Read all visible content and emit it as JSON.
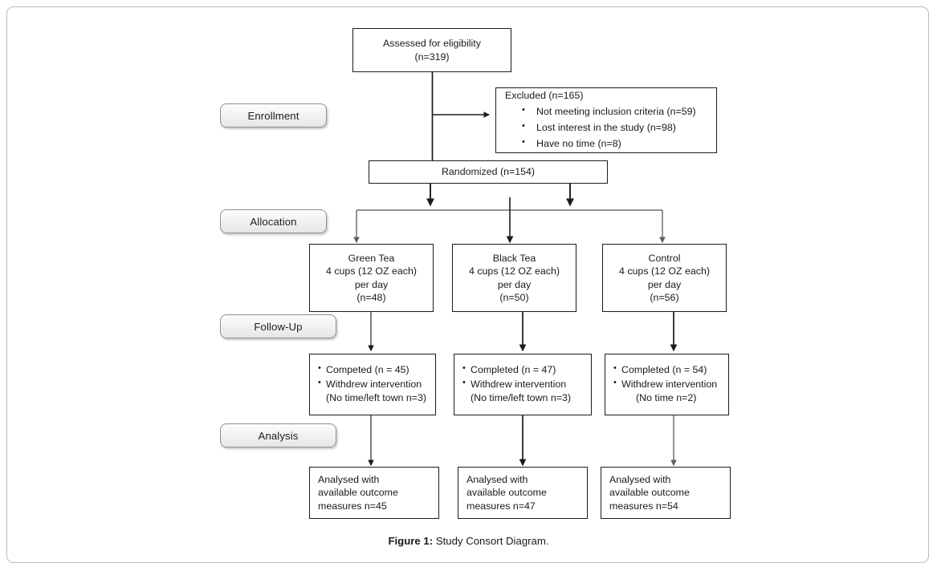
{
  "figure": {
    "caption_label": "Figure 1:",
    "caption_text": " Study Consort Diagram."
  },
  "colors": {
    "box_border": "#1b1b1b",
    "frame_border": "#b9bdbd",
    "arrow_black": "#1b1b1b",
    "arrow_gray": "#6f6f6f",
    "pill_border": "#8e9293",
    "background": "#ffffff"
  },
  "stages": [
    {
      "id": "enrollment",
      "label": "Enrollment"
    },
    {
      "id": "allocation",
      "label": "Allocation"
    },
    {
      "id": "follow-up",
      "label": "Follow-Up"
    },
    {
      "id": "analysis",
      "label": "Analysis"
    }
  ],
  "nodes": {
    "assessed": {
      "line1": "Assessed for eligibility",
      "line2": "(n=319)"
    },
    "excluded": {
      "title": "Excluded (n=165)",
      "items": [
        "Not meeting inclusion criteria (n=59)",
        "Lost interest in the study (n=98)",
        "Have no time (n=8)"
      ]
    },
    "randomized": {
      "label": "Randomized (n=154)"
    },
    "arms": [
      {
        "id": "green-tea",
        "line1": "Green Tea",
        "line2": "4 cups (12 OZ each)",
        "line3": "per day",
        "line4": "(n=48)"
      },
      {
        "id": "black-tea",
        "line1": "Black Tea",
        "line2": "4 cups (12 OZ each)",
        "line3": "per day",
        "line4": "(n=50)"
      },
      {
        "id": "control",
        "line1": "Control",
        "line2": "4 cups (12 OZ each)",
        "line3": "per day",
        "line4": "(n=56)"
      }
    ],
    "followup": [
      {
        "id": "green-tea",
        "line1": "Competed (n = 45)",
        "line2": "Withdrew intervention",
        "line3": "(No time/left town n=3)"
      },
      {
        "id": "black-tea",
        "line1": "Completed (n = 47)",
        "line2": "Withdrew intervention",
        "line3": "(No time/left town n=3)"
      },
      {
        "id": "control",
        "line1": "Completed (n = 54)",
        "line2": "Withdrew intervention",
        "line3": "(No time n=2)"
      }
    ],
    "analysis": [
      {
        "id": "green-tea",
        "line1": "Analysed with",
        "line2": "available outcome",
        "line3": "measures n=45"
      },
      {
        "id": "black-tea",
        "line1": "Analysed with",
        "line2": "available outcome",
        "line3": "measures n=47"
      },
      {
        "id": "control",
        "line1": "Analysed with",
        "line2": "available outcome",
        "line3": "measures n=54"
      }
    ]
  }
}
